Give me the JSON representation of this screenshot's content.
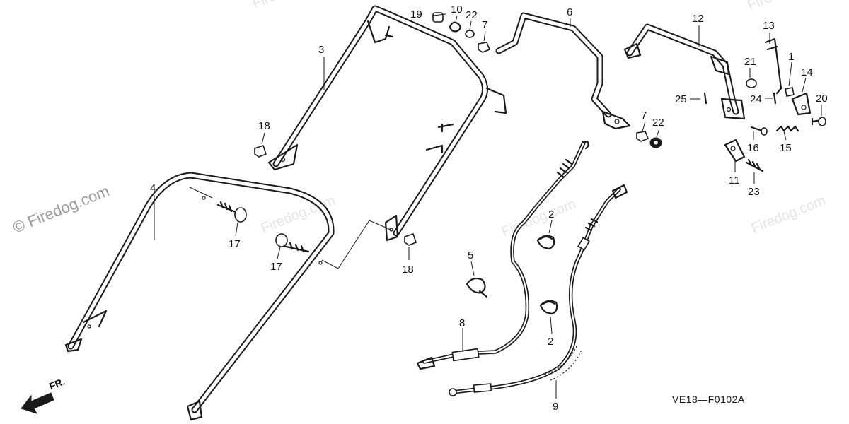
{
  "watermarks": {
    "main": "© Firedog.com",
    "repeat": "Firedog.com"
  },
  "diagram_code": "VE18—F0102A",
  "front_indicator": "FR.",
  "callouts": {
    "c1": "1",
    "c2a": "2",
    "c2b": "2",
    "c3": "3",
    "c4": "4",
    "c5": "5",
    "c6": "6",
    "c7a": "7",
    "c7b": "7",
    "c8": "8",
    "c9": "9",
    "c10": "10",
    "c11": "11",
    "c12": "12",
    "c13": "13",
    "c14": "14",
    "c15": "15",
    "c16": "16",
    "c17a": "17",
    "c17b": "17",
    "c18a": "18",
    "c18b": "18",
    "c19": "19",
    "c20": "20",
    "c21": "21",
    "c22a": "22",
    "c22b": "22",
    "c23": "23",
    "c24": "24",
    "c25": "25"
  }
}
